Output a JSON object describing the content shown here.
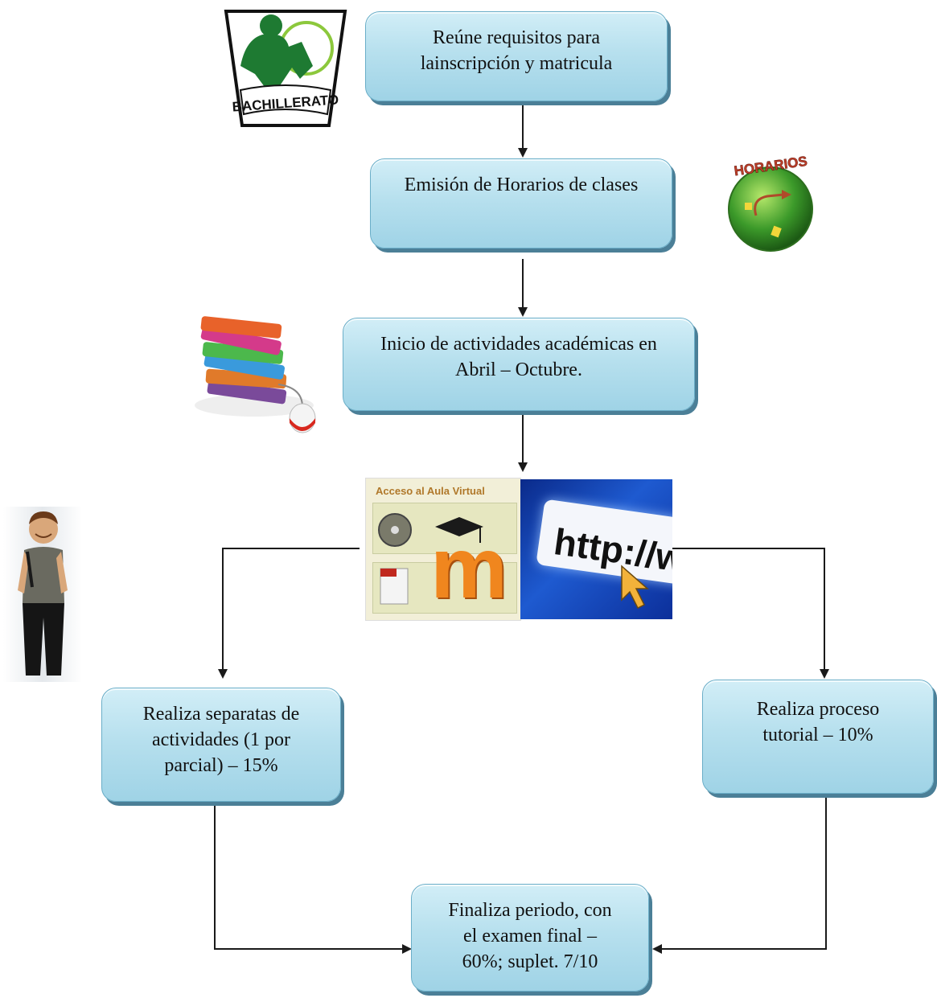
{
  "nodes": {
    "requisitos": "Reúne requisitos para\nlainscripción y matricula",
    "horarios": "Emisión de Horarios de clases",
    "inicio": "Inicio de actividades académicas en\nAbril – Octubre.",
    "separatas": "Realiza separatas de\nactividades (1 por\nparcial) – 15%",
    "tutorial": "Realiza proceso\ntutorial – 10%",
    "final": "Finaliza periodo, con\nel examen final –\n60%; suplet. 7/10"
  },
  "images": {
    "bachillerato_logo": {
      "label": "BACHILLERATO",
      "icon": "bachillerato-logo"
    },
    "horarios_badge": {
      "label": "HORARIOS",
      "icon": "clock-badge-icon"
    },
    "books": {
      "icon": "books-with-mouse-icon"
    },
    "aula_virtual": {
      "title": "Acceso al Aula Virtual",
      "letter": "m",
      "icon": "moodle-logo-icon"
    },
    "web_address": {
      "text": "http://www",
      "icon": "browser-address-icon"
    },
    "student": {
      "icon": "student-figure-icon"
    }
  },
  "colors": {
    "box_top": "#d2eef7",
    "box_bottom": "#9fd3e6",
    "box_border": "#6aaec8",
    "arrow": "#1a1a1a"
  }
}
